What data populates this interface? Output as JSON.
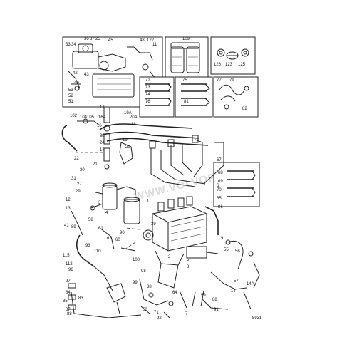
{
  "diagram": {
    "drawing_code": "5931",
    "watermark": "WWW.VOLVOPENTA",
    "part_numbers": [
      {
        "text": "36"
      },
      {
        "text": "37"
      },
      {
        "text": "25"
      },
      {
        "text": "45"
      },
      {
        "text": "48"
      },
      {
        "text": "122"
      },
      {
        "text": "11"
      },
      {
        "text": "109"
      },
      {
        "text": "33"
      },
      {
        "text": "34"
      },
      {
        "text": "42"
      },
      {
        "text": "40"
      },
      {
        "text": "43"
      },
      {
        "text": "53"
      },
      {
        "text": "52"
      },
      {
        "text": "51"
      },
      {
        "text": "126"
      },
      {
        "text": "123"
      },
      {
        "text": "125"
      },
      {
        "text": "72"
      },
      {
        "text": "73"
      },
      {
        "text": "74"
      },
      {
        "text": "76"
      },
      {
        "text": "75"
      },
      {
        "text": "81"
      },
      {
        "text": "82"
      },
      {
        "text": "77"
      },
      {
        "text": "79"
      },
      {
        "text": "102"
      },
      {
        "text": "104"
      },
      {
        "text": "105"
      },
      {
        "text": "19A"
      },
      {
        "text": "20A"
      },
      {
        "text": "18"
      },
      {
        "text": "17"
      },
      {
        "text": "16A"
      },
      {
        "text": "16"
      },
      {
        "text": "23"
      },
      {
        "text": "24"
      },
      {
        "text": "19"
      },
      {
        "text": "20"
      },
      {
        "text": "17"
      },
      {
        "text": "22"
      },
      {
        "text": "21"
      },
      {
        "text": "67"
      },
      {
        "text": "68"
      },
      {
        "text": "69"
      },
      {
        "text": "70"
      },
      {
        "text": "65"
      },
      {
        "text": "6"
      },
      {
        "text": "86"
      },
      {
        "text": "30"
      },
      {
        "text": "31"
      },
      {
        "text": "27"
      },
      {
        "text": "29"
      },
      {
        "text": "12"
      },
      {
        "text": "13"
      },
      {
        "text": "3"
      },
      {
        "text": "4"
      },
      {
        "text": "89"
      },
      {
        "text": "90"
      },
      {
        "text": "58"
      },
      {
        "text": "61"
      },
      {
        "text": "62"
      },
      {
        "text": "60"
      },
      {
        "text": "41"
      },
      {
        "text": "93"
      },
      {
        "text": "110"
      },
      {
        "text": "115"
      },
      {
        "text": "112"
      },
      {
        "text": "96"
      },
      {
        "text": "97"
      },
      {
        "text": "84"
      },
      {
        "text": "85"
      },
      {
        "text": "87"
      },
      {
        "text": "88"
      },
      {
        "text": "83"
      },
      {
        "text": "100"
      },
      {
        "text": "98"
      },
      {
        "text": "99"
      },
      {
        "text": "38"
      },
      {
        "text": "39"
      },
      {
        "text": "1"
      },
      {
        "text": "2"
      },
      {
        "text": "5"
      },
      {
        "text": "8"
      },
      {
        "text": "9"
      },
      {
        "text": "55"
      },
      {
        "text": "56"
      },
      {
        "text": "57"
      },
      {
        "text": "14A"
      },
      {
        "text": "14"
      },
      {
        "text": "59"
      },
      {
        "text": "88"
      },
      {
        "text": "91"
      },
      {
        "text": "64"
      },
      {
        "text": "71"
      },
      {
        "text": "50"
      },
      {
        "text": "92"
      },
      {
        "text": "7"
      }
    ]
  }
}
